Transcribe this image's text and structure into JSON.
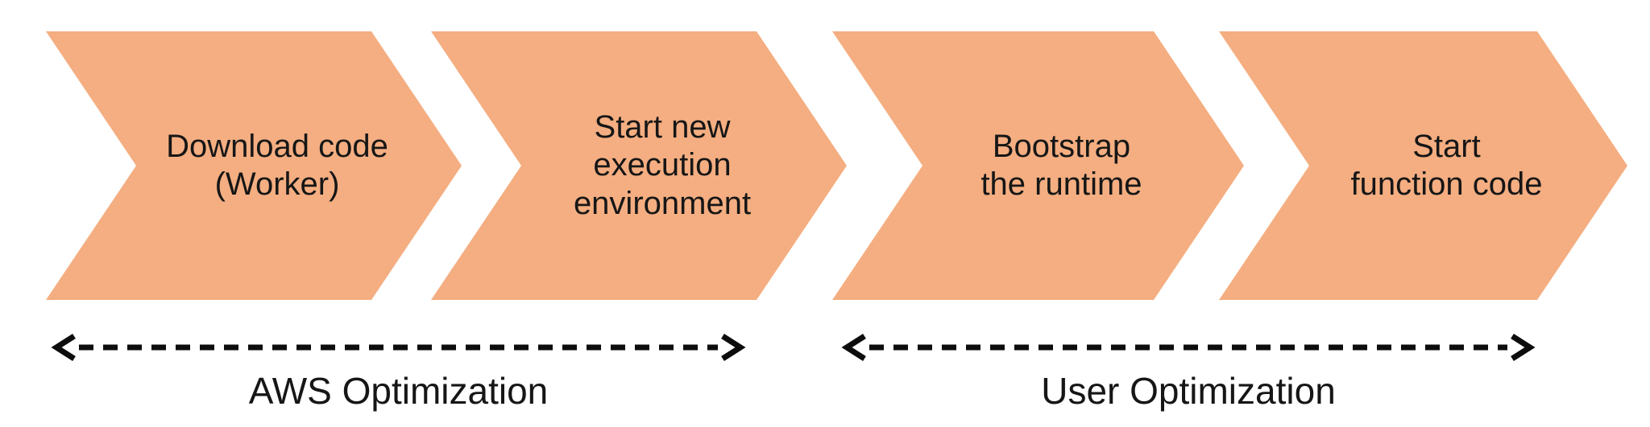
{
  "colors": {
    "background": "#ffffff",
    "chevron_fill": "#F4AE81",
    "text": "#161616",
    "arrow": "#0d0d0d"
  },
  "steps": [
    {
      "id": "download-code",
      "label": "Download code\n(Worker)"
    },
    {
      "id": "start-new-execution-environment",
      "label": "Start new\nexecution\nenvironment"
    },
    {
      "id": "bootstrap-the-runtime",
      "label": "Bootstrap\nthe runtime"
    },
    {
      "id": "start-function-code",
      "label": "Start\nfunction code"
    }
  ],
  "optimization_spans": [
    {
      "id": "aws-optimization",
      "label": "AWS Optimization"
    },
    {
      "id": "user-optimization",
      "label": "User Optimization"
    }
  ]
}
